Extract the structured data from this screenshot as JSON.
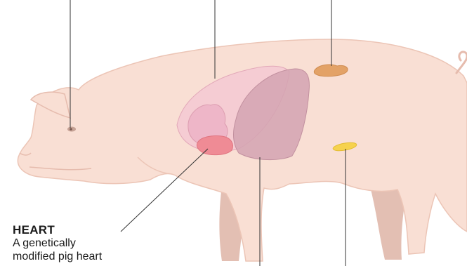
{
  "callout": {
    "title": "HEART",
    "desc_line1": "A genetically",
    "desc_line2": "modified pig heart"
  },
  "colors": {
    "body": "#f9dfd4",
    "body_outline": "#ecc5b6",
    "leg_shadow": "#e3bfb3",
    "lung_light": "#f3c6d3",
    "lung_mid": "#ecb1c6",
    "lung_dark": "#d3a3b2",
    "heart": "#ef8b95",
    "kidney": "#e3a267",
    "pancreas": "#f6d24e",
    "leader_line": "#333333"
  },
  "organs": [
    "heart",
    "lungs",
    "kidney",
    "pancreas",
    "eye"
  ]
}
